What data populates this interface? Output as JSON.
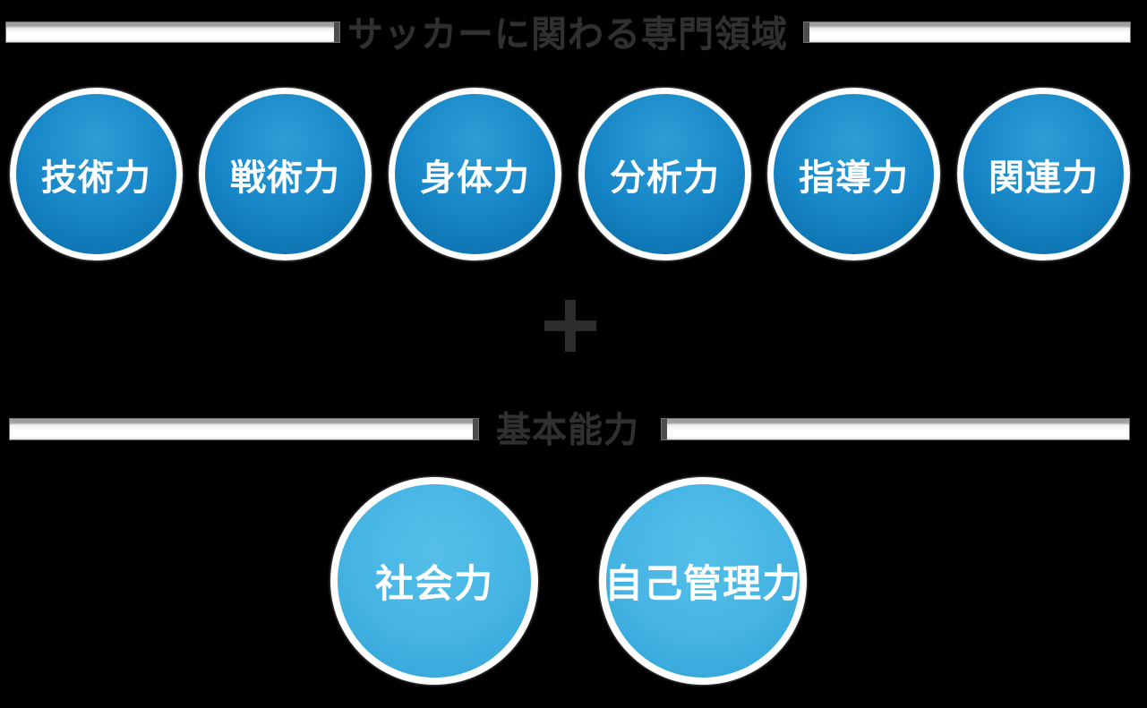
{
  "top_section": {
    "title": "サッカーに関わる専門領域",
    "circles": [
      {
        "label": "技術力"
      },
      {
        "label": "戦術力"
      },
      {
        "label": "身体力"
      },
      {
        "label": "分析力"
      },
      {
        "label": "指導力"
      },
      {
        "label": "関連力"
      }
    ]
  },
  "connector": {
    "symbol": "plus"
  },
  "bottom_section": {
    "title": "基本能力",
    "circles": [
      {
        "label": "社会力"
      },
      {
        "label": "自己管理力"
      }
    ]
  },
  "colors": {
    "background": "#000000",
    "title_text": "#303030",
    "plus_symbol": "#2c2c2c",
    "title_bar_fill": "#ffffff",
    "title_bar_top_band": "#9f9f9f",
    "title_bar_end_cap": "#4d4d4d",
    "top_circle_fill": "#1787c8",
    "top_circle_fill_light": "#2d9ed6",
    "top_circle_fill_dark": "#0a66a2",
    "bottom_circle_fill": "#45b4e4",
    "bottom_circle_fill_light": "#55bfe9",
    "bottom_circle_fill_dark": "#2c9bd2",
    "circle_ring": "#ffffff",
    "circle_text": "#ffffff"
  }
}
